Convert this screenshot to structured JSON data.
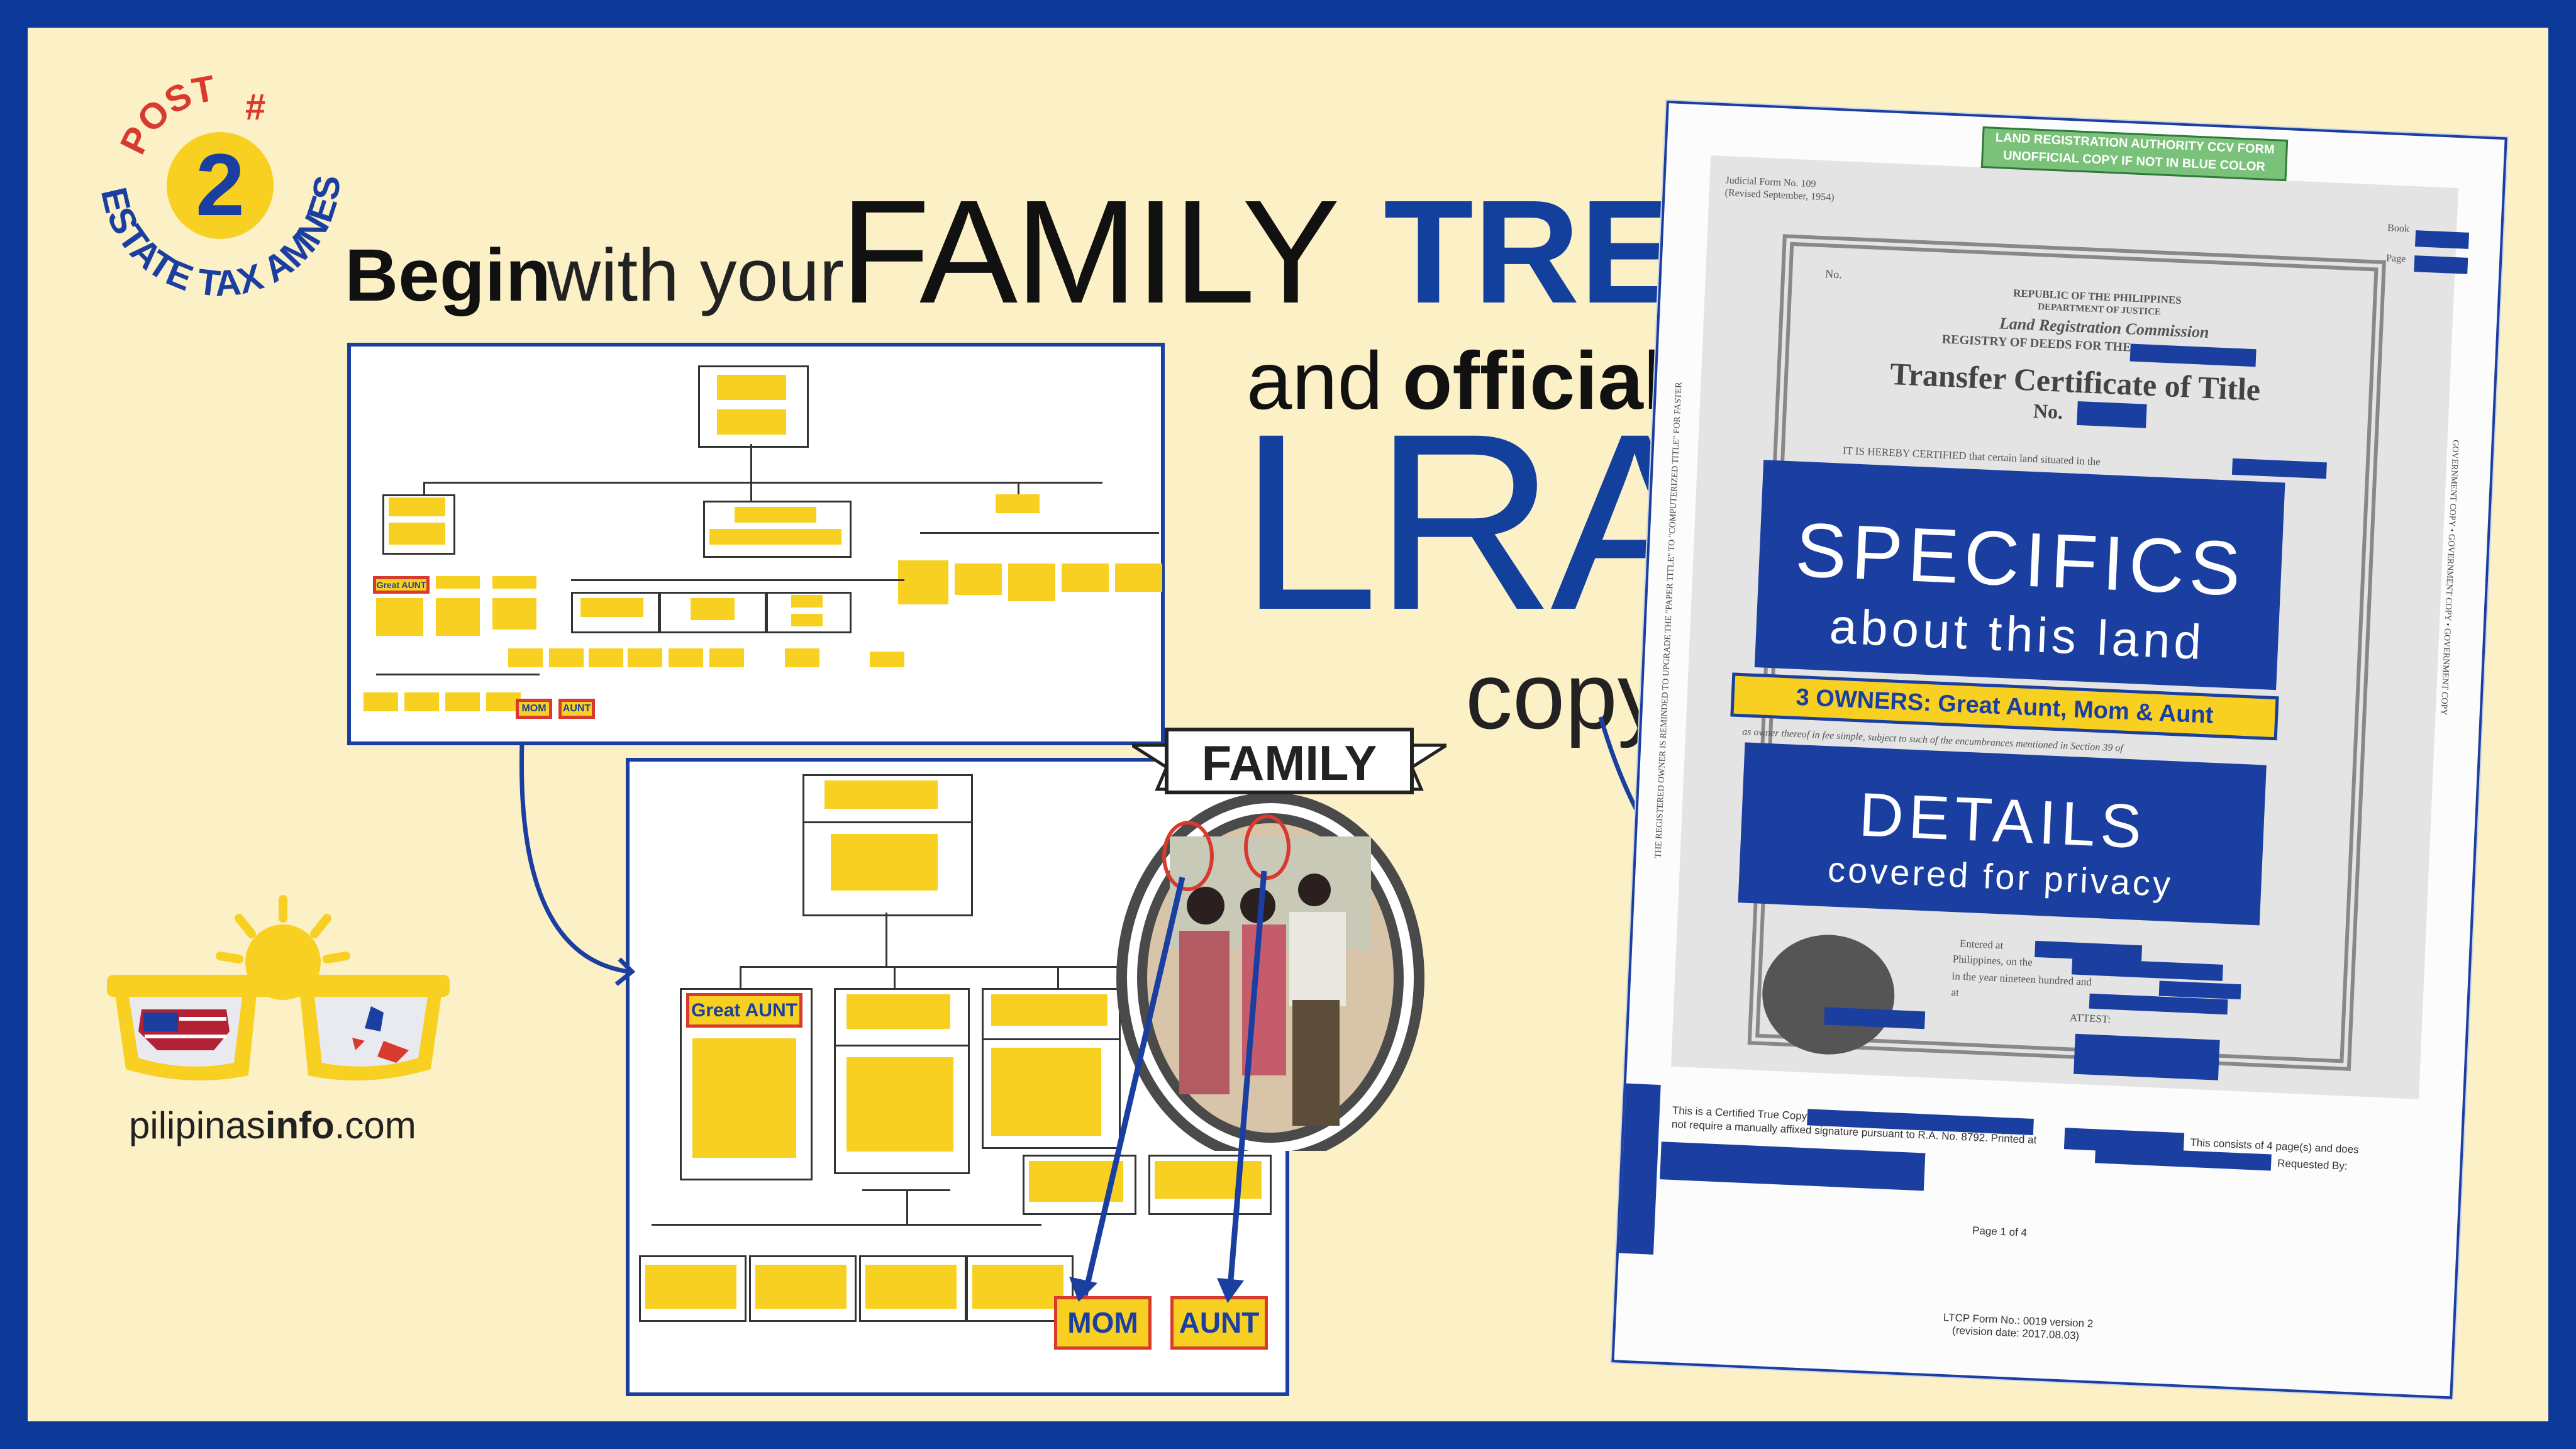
{
  "badge": {
    "post": "POST",
    "hash": "#",
    "number": "2",
    "ring": "ESTATE TAX AMNESTY"
  },
  "headline": {
    "begin": "Begin",
    "with_your": "with your",
    "family": "FAMILY",
    "tree": "TREE",
    "and": "and",
    "official": "official",
    "lra": "LRA",
    "copy": "copy"
  },
  "tree_small": {
    "great_aunt": "Great AUNT",
    "mom": "MOM",
    "aunt": "AUNT"
  },
  "tree_large": {
    "great_aunt": "Great AUNT",
    "mom": "MOM",
    "aunt": "AUNT"
  },
  "photo": {
    "banner": "FAMILY"
  },
  "logo": {
    "prefix": "pilipinas",
    "bold": "info",
    "suffix": ".com"
  },
  "document": {
    "header_line1": "LAND REGISTRATION AUTHORITY CCV FORM",
    "header_line2": "UNOFFICIAL COPY IF NOT IN BLUE COLOR",
    "form_no": "Judicial Form No. 109",
    "form_revised": "(Revised September, 1954)",
    "book": "Book",
    "page": "Page",
    "no": "No.",
    "republic": "REPUBLIC OF THE PHILIPPINES",
    "dept": "DEPARTMENT OF JUSTICE",
    "commission": "Land Registration Commission",
    "registry": "REGISTRY OF DEEDS FOR THE",
    "title": "Transfer Certificate of Title",
    "title_no": "No.",
    "certified": "IT IS HEREBY CERTIFIED that certain land situated in the",
    "specifics_1": "SPECIFICS",
    "specifics_2": "about this land",
    "owners": "3 OWNERS:  Great Aunt, Mom & Aunt",
    "fee_simple": "as owner    thereof in fee simple, subject to such of the encumbrances mentioned in Section 39 of",
    "details_1": "DETAILS",
    "details_2": "covered for privacy",
    "entered_at": "Entered at",
    "philippines_on": "Philippines, on the",
    "nineteen": "in the year nineteen hundred and",
    "at": "at",
    "attest": "ATTEST:",
    "certified_true": "This is a Certified True Copy of",
    "not_require": "not require a manually affixed signature pursuant to R.A. No. 8792. Printed at",
    "consists": "This consists of 4 page(s) and does",
    "requested": "Requested By:",
    "page_of": "Page 1 of 4",
    "ltcp": "LTCP Form No.: 0019 version 2",
    "revision": "(revision date: 2017.08.03)",
    "side_left": "THE REGISTERED OWNER IS REMINDED TO UPGRADE THE \"PAPER TITLE\" TO \"COMPUTERIZED TITLE\" FOR FASTER",
    "side_right": "GOVERNMENT COPY • GOVERNMENT COPY • GOVERNMENT COPY"
  },
  "colors": {
    "frame": "#0d3a9a",
    "background": "#fbf0c6",
    "accent_blue": "#12409c",
    "yellow": "#f8d021",
    "red": "#d83a2e"
  }
}
